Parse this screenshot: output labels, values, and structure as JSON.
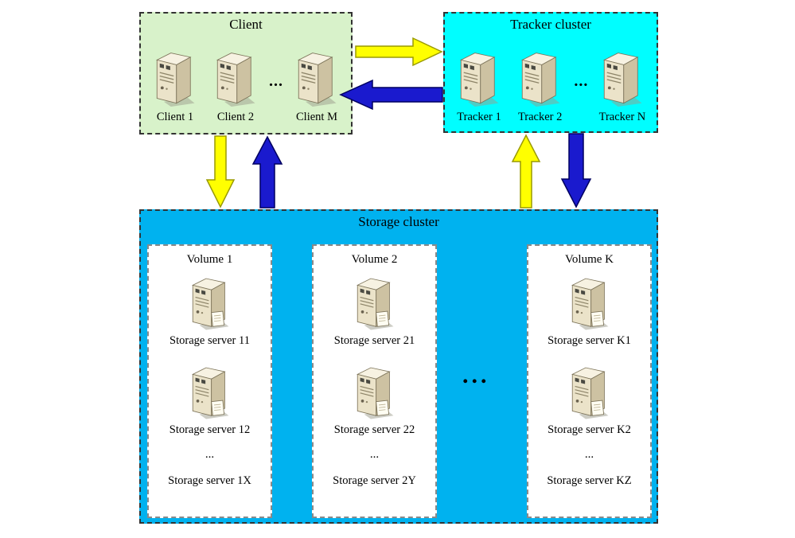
{
  "diagram": {
    "client": {
      "title": "Client",
      "node1": "Client 1",
      "node2": "Client 2",
      "more": "...",
      "node3": "Client M"
    },
    "tracker": {
      "title": "Tracker cluster",
      "node1": "Tracker 1",
      "node2": "Tracker 2",
      "more": "...",
      "node3": "Tracker N"
    },
    "storage": {
      "title": "Storage cluster",
      "more": "...",
      "volumes": [
        {
          "title": "Volume 1",
          "server1": "Storage server 11",
          "server2": "Storage server 12",
          "more": "...",
          "serverN": "Storage server 1X"
        },
        {
          "title": "Volume 2",
          "server1": "Storage server 21",
          "server2": "Storage server 22",
          "more": "...",
          "serverN": "Storage server 2Y"
        },
        {
          "title": "Volume K",
          "server1": "Storage server K1",
          "server2": "Storage server K2",
          "more": "...",
          "serverN": "Storage server KZ"
        }
      ]
    },
    "icons": {
      "client_tracker_node": "server-tower-icon",
      "storage_node": "server-with-document-icon"
    },
    "colors": {
      "client_bg": "#d8f2ca",
      "tracker_bg": "#00feff",
      "storage_bg": "#00b2ef",
      "arrow_yellow": "#ffff00",
      "arrow_blue": "#1a1ace"
    }
  }
}
